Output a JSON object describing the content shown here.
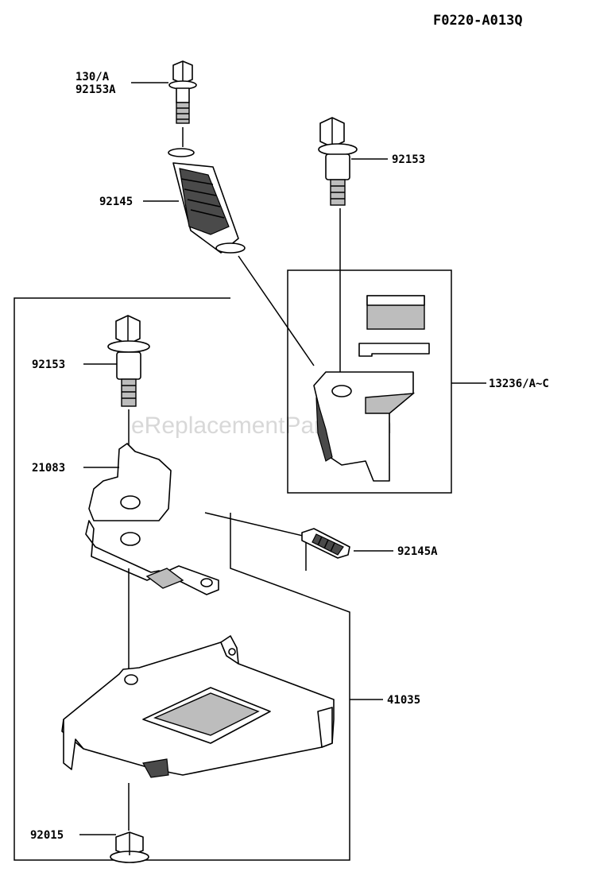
{
  "diagram_code": "F0220-A013Q",
  "watermark": "eReplacementParts.com",
  "labels": {
    "bolt_top_a": "130/A",
    "bolt_top_b": "92153A",
    "spring_upper": "92145",
    "bolt_right": "92153",
    "bolt_left": "92153",
    "kit": "13236/A~C",
    "plate_small": "21083",
    "spring_small": "92145A",
    "bracket": "41035",
    "nut": "92015"
  }
}
